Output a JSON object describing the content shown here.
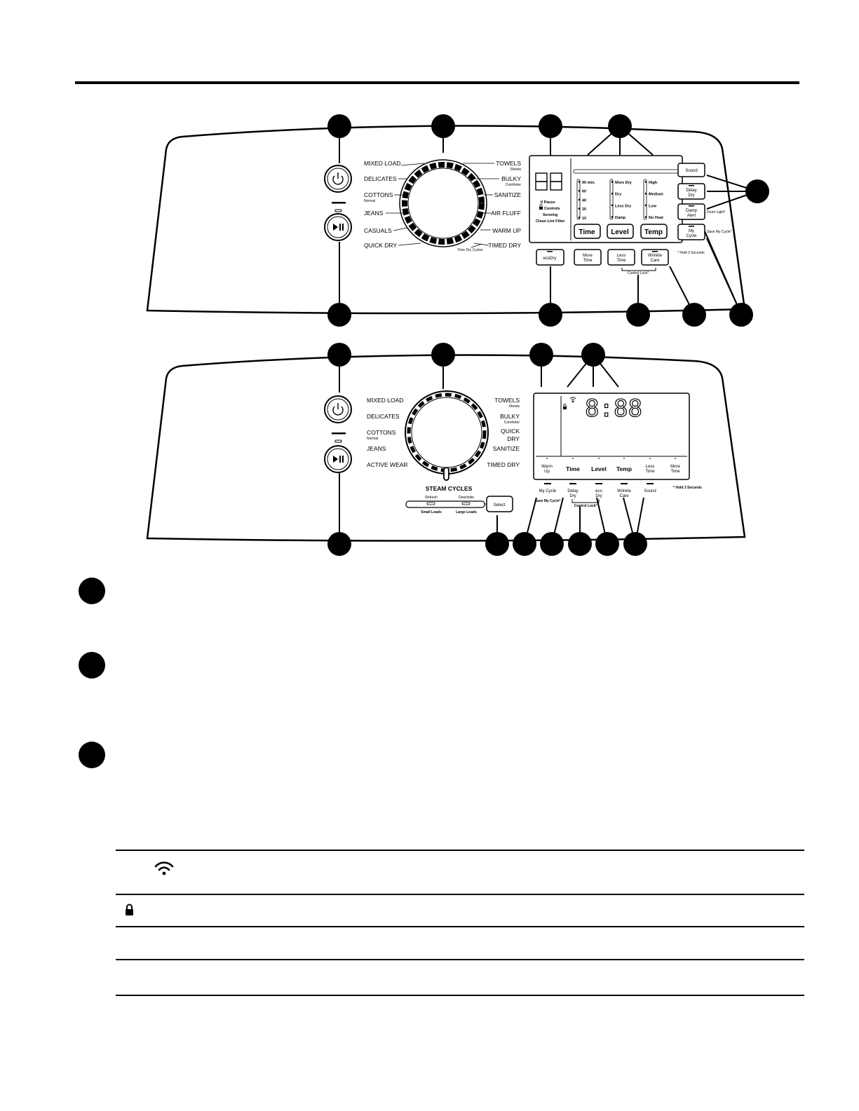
{
  "top_panel": {
    "cycles_left": [
      {
        "label": "MIXED LOAD",
        "sub": ""
      },
      {
        "label": "DELICATES",
        "sub": ""
      },
      {
        "label": "COTTONS",
        "sub": "Normal"
      },
      {
        "label": "JEANS",
        "sub": ""
      },
      {
        "label": "CASUALS",
        "sub": ""
      },
      {
        "label": "QUICK DRY",
        "sub": ""
      }
    ],
    "cycles_right": [
      {
        "label": "TOWELS",
        "sub": "Sheets"
      },
      {
        "label": "BULKY",
        "sub": "Comforter"
      },
      {
        "label": "SANITIZE",
        "sub": ""
      },
      {
        "label": "AIR FLUFF",
        "sub": ""
      },
      {
        "label": "WARM UP",
        "sub": ""
      },
      {
        "label": "TIMED DRY",
        "sub": ""
      }
    ],
    "time_dry_cycles": "Time Dry Cycles",
    "display_digits": "88",
    "status": [
      "II Pause",
      "Controls",
      "Sensing",
      "Clean Lint Filter"
    ],
    "time_levels": [
      "90 min.",
      "60",
      "40",
      "20",
      "10"
    ],
    "dry_levels": [
      "More Dry",
      "Dry",
      "Less Dry",
      "Damp"
    ],
    "temp_levels": [
      "High",
      "Medium",
      "Low",
      "No Heat"
    ],
    "buttons": {
      "time": "Time",
      "level": "Level",
      "temp": "Temp",
      "sound": "Sound",
      "delay_dry": [
        "Delay",
        "Dry"
      ],
      "damp_alert": [
        "Damp",
        "Alert"
      ],
      "drum_light": "Drum Light*",
      "my_cycle": [
        "My",
        "Cycle"
      ],
      "save_my_cycle": "Save My Cycle*",
      "hold": "* Hold 3 Seconds",
      "eco_dry": "ecoDry",
      "more_time": [
        "More",
        "Time"
      ],
      "less_time": [
        "Less",
        "Time"
      ],
      "wrinkle_care": [
        "Wrinkle",
        "Care"
      ],
      "control_lock": "Control Lock*"
    }
  },
  "bottom_panel": {
    "cycles_left": [
      {
        "label": "MIXED LOAD",
        "sub": ""
      },
      {
        "label": "DELICATES",
        "sub": ""
      },
      {
        "label": "COTTONS",
        "sub": "Normal"
      },
      {
        "label": "JEANS",
        "sub": ""
      },
      {
        "label": "ACTIVE WEAR",
        "sub": ""
      }
    ],
    "cycles_right": [
      {
        "label": "TOWELS",
        "sub": "Sheets"
      },
      {
        "label": "BULKY",
        "sub": "Comforter"
      },
      {
        "label": "QUICK",
        "sub": "",
        "line2": "DRY"
      },
      {
        "label": "SANITIZE",
        "sub": ""
      },
      {
        "label": "TIMED DRY",
        "sub": ""
      }
    ],
    "steam_cycles": "STEAM CYCLES",
    "refresh": "Refresh",
    "dewrinkle": "Dewrinkle",
    "small_loads": "Small Loads",
    "large_loads": "Large Loads",
    "select": "Select",
    "display_time": "8:88",
    "display_buttons": [
      {
        "l1": "Warm",
        "l2": "Up"
      },
      {
        "l1": "Time",
        "l2": ""
      },
      {
        "l1": "Level",
        "l2": ""
      },
      {
        "l1": "Temp",
        "l2": ""
      },
      {
        "l1": "Less",
        "l2": "Time"
      },
      {
        "l1": "More",
        "l2": "Time"
      }
    ],
    "lower_buttons": [
      {
        "l1": "My Cycle",
        "l2": ""
      },
      {
        "l1": "Delay",
        "l2": "Dry"
      },
      {
        "l1": "eco",
        "l2": "Dry"
      },
      {
        "l1": "Wrinkle",
        "l2": "Care"
      },
      {
        "l1": "Sound",
        "l2": ""
      }
    ],
    "save_my_cycle": "Save My Cycle*",
    "control_lock": "Control Lock*",
    "hold": "* Hold 3 Seconds"
  },
  "legend_rows": [
    {
      "icon": "wifi-icon",
      "text": ""
    },
    {
      "icon": "lock-icon",
      "text": ""
    },
    {
      "icon": "",
      "text": ""
    },
    {
      "icon": "",
      "text": ""
    }
  ]
}
